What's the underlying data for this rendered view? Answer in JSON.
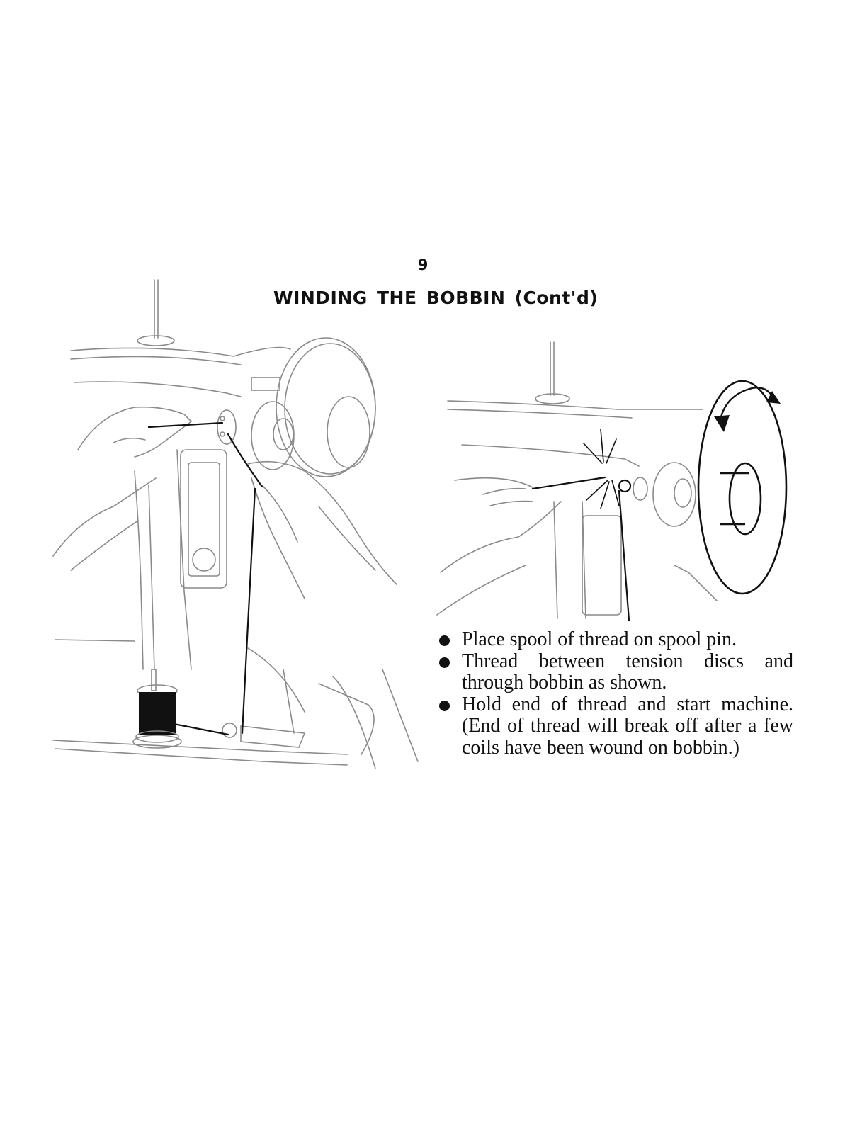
{
  "page": {
    "number": "9",
    "heading": "WINDING THE BOBBIN (Cont'd)"
  },
  "figures": [
    {
      "name": "left-illustration",
      "depicts": "Hands threading the bobbin through tension discs with spool on pin"
    },
    {
      "name": "right-illustration",
      "depicts": "Hand holding thread end while hand wheel turns"
    }
  ],
  "instructions": [
    {
      "icon": "bullet-icon",
      "text": "Place spool of thread on spool pin."
    },
    {
      "icon": "bullet-icon",
      "text": "Thread between tension discs and through bobbin as shown."
    },
    {
      "icon": "bullet-icon",
      "text": "Hold end of thread and start machine. (End of thread will break off after a few coils have been wound on bobbin.)"
    }
  ],
  "colors": {
    "ink": "#111111",
    "line_art": "#8a8a8a",
    "footer_rule": "#4169c4"
  }
}
